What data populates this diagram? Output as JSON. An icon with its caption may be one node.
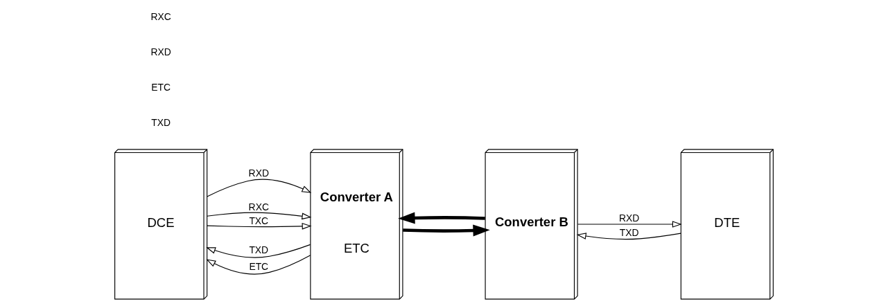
{
  "diagram": {
    "nodes": [
      {
        "text": [
          "DCE"
        ]
      },
      {
        "text": [
          "Converter A",
          "ETC"
        ]
      },
      {
        "text": [
          "Converter B"
        ]
      },
      {
        "text": [
          "DTE"
        ]
      }
    ],
    "edges": [
      {
        "from": 0,
        "to": 1,
        "arrow": "to",
        "label": "RXD"
      },
      {
        "from": 0,
        "to": 1,
        "arrow": "to",
        "label": "RXC"
      },
      {
        "from": 1,
        "to": 0,
        "arrow": "to",
        "label": "TXD"
      },
      {
        "from": 1,
        "to": 0,
        "arrow": "to",
        "label": "ETC"
      },
      {
        "from": 0,
        "to": 1,
        "arrow": "to",
        "label": "TXC"
      },
      {
        "from": 1,
        "to": 2,
        "arrow": "to",
        "style": "thick"
      },
      {
        "from": 2,
        "to": 1,
        "arrow": "to",
        "style": "thick"
      },
      {
        "from": 2,
        "to": 3,
        "arrow": "to",
        "label": "RXD"
      },
      {
        "from": 3,
        "to": 2,
        "arrow": "to",
        "label": "TXD"
      }
    ],
    "labels": [
      "TXD",
      "ETC",
      "RXD",
      "RXC"
    ]
  }
}
